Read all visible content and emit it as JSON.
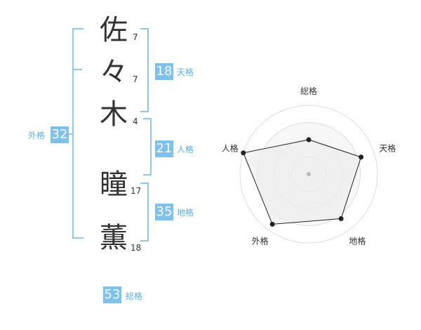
{
  "name": {
    "chars": [
      {
        "char": "佐",
        "strokes": "7"
      },
      {
        "char": "々",
        "strokes": "7"
      },
      {
        "char": "木",
        "strokes": "4"
      },
      {
        "char": "瞳",
        "strokes": "17"
      },
      {
        "char": "薫",
        "strokes": "18"
      }
    ]
  },
  "kaku": {
    "tenkaku": {
      "value": "18",
      "label": "天格"
    },
    "jinkaku": {
      "value": "21",
      "label": "人格"
    },
    "chikaku": {
      "value": "35",
      "label": "地格"
    },
    "gaikaku": {
      "value": "32",
      "label": "外格"
    },
    "soukaku": {
      "value": "53",
      "label": "総格"
    }
  },
  "chart_data": {
    "type": "radar",
    "axes": [
      "総格",
      "天格",
      "地格",
      "外格",
      "人格"
    ],
    "values": [
      0.5,
      0.8,
      0.8,
      0.9,
      1.0
    ],
    "max": 1.0,
    "rings": 4,
    "colors": {
      "fill": "#eeeeee",
      "stroke": "#222222",
      "ring": "#dddddd",
      "ring_fill": "#f7f7f7"
    }
  }
}
